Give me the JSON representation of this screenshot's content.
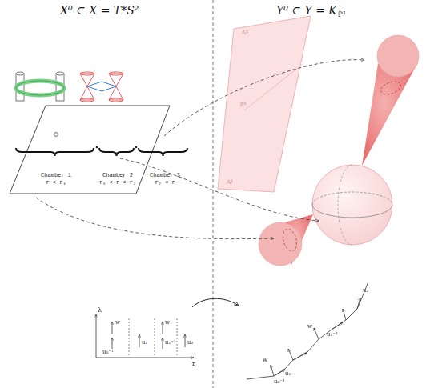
{
  "diagram": {
    "nodes": [
      {
        "text": [
          "Chamber 1",
          "r < r₁"
        ]
      },
      {
        "text": [
          "Chamber 2",
          "r₁ < r < r₂"
        ]
      },
      {
        "text": [
          "Chamber 3",
          "r₂ < r"
        ]
      }
    ],
    "labels": [
      "X⁰ ⊂ X = T*S²",
      "Y⁰ ⊂ Y = K",
      "ℙ¹",
      "𝔸¹",
      "ℙ¹",
      "𝔸¹",
      "λ",
      "r",
      "w",
      "u₀⁻¹",
      "u₁",
      "w",
      "u₁⁻¹",
      "u₂",
      "u₀⁻¹",
      "u₁",
      "w",
      "u₁⁻¹",
      "w",
      "u₂"
    ]
  }
}
